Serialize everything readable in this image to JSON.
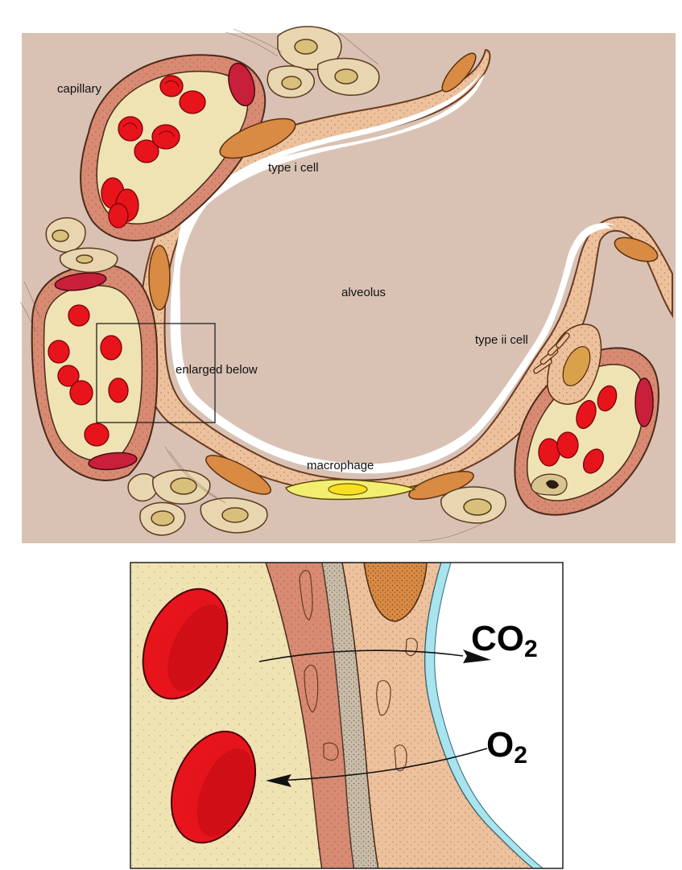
{
  "labels": {
    "capillary": "capillary",
    "type_i_cell": "type i cell",
    "alveolus": "alveolus",
    "type_ii_cell": "type ii cell",
    "enlarged_below": "enlarged below",
    "macrophage": "macrophage"
  },
  "gases": {
    "co2_main": "CO",
    "co2_sub": "2",
    "o2_main": "O",
    "o2_sub": "2"
  },
  "colors": {
    "interstitium": "#d9c2b4",
    "plasma": "#efe3b3",
    "endothelium": "#d88a72",
    "epithelium": "#edc19c",
    "red_cell": "#e8141c",
    "red_cell_dark": "#a8000c",
    "nucleus": "#d98a43",
    "macrophage": "#f4ee70",
    "fibroblast": "#e8d6b0",
    "airway_film": "#a9e3ee"
  }
}
